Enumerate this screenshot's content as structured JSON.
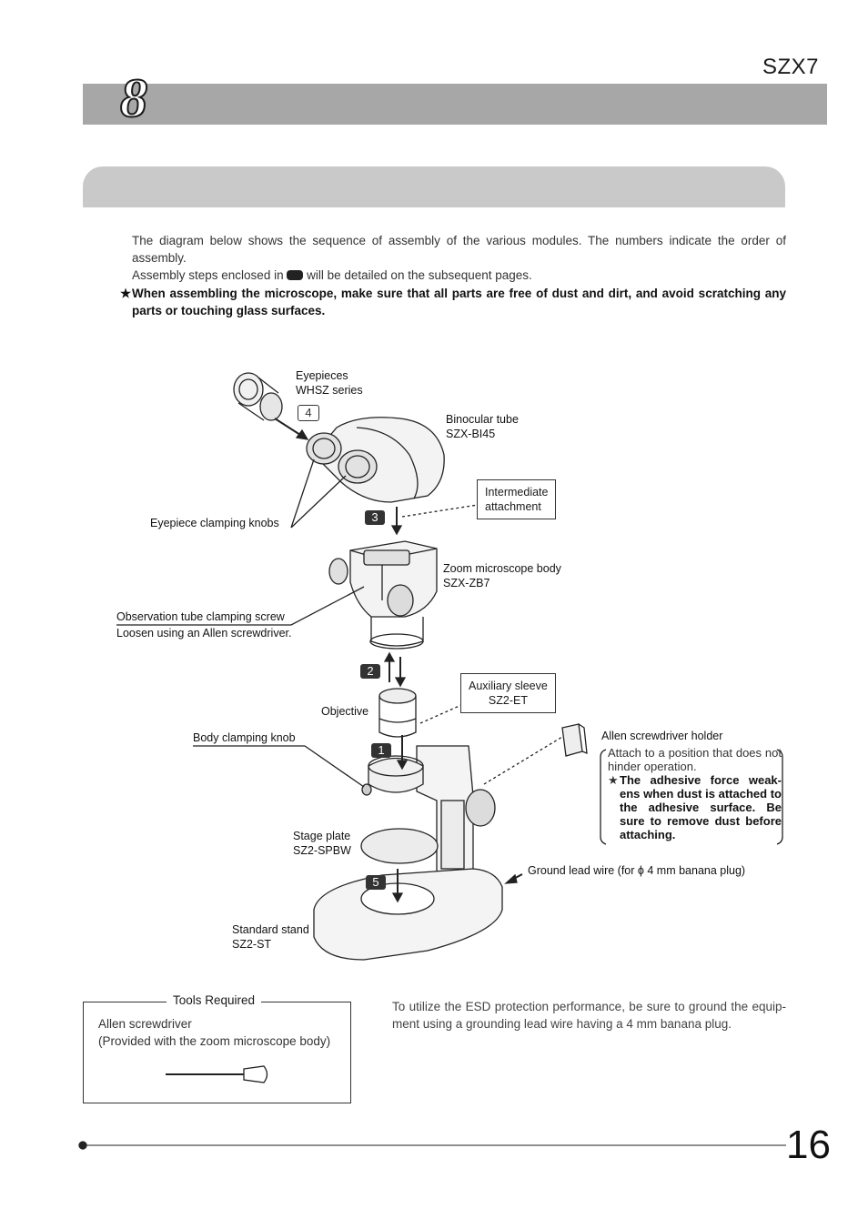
{
  "header": {
    "model": "SZX7",
    "chapter_number": "8"
  },
  "intro": {
    "line1": "The diagram below shows the sequence of assembly of the various modules. The numbers indicate the order of assembly.",
    "line2_before": "Assembly steps enclosed in",
    "line2_after": "will be detailed on the subsequent pages.",
    "note_star": "★",
    "note": "When assembling the microscope, make sure that all parts are free of dust and dirt, and avoid scratching any parts or touching glass surfaces."
  },
  "diagram": {
    "eyepieces": [
      "Eyepieces",
      "WHSZ series"
    ],
    "binocular_tube": [
      "Binocular tube",
      "SZX-BI45"
    ],
    "intermediate": [
      "Intermediate",
      "attachment"
    ],
    "eyepiece_knobs": "Eyepiece clamping knobs",
    "zoom_body": [
      "Zoom microscope body",
      "SZX-ZB7"
    ],
    "obs_screw": "Observation tube clamping screw",
    "obs_screw_note": "Loosen using an Allen screwdriver.",
    "auxiliary_sleeve": [
      "Auxiliary sleeve",
      "SZ2-ET"
    ],
    "objective": "Objective",
    "body_knob": "Body clamping knob",
    "holder": "Allen screwdriver holder",
    "holder_note": "Attach to a position that does not hinder operation.",
    "holder_warning": "The adhesive force weak-ens when dust is attached to the adhesive surface. Be sure to remove dust before attaching.",
    "stage_plate": [
      "Stage plate",
      "SZ2-SPBW"
    ],
    "ground_lead": "Ground lead wire (for ϕ 4 mm banana plug)",
    "stand": [
      "Standard stand",
      "SZ2-ST"
    ],
    "steps": [
      "1",
      "2",
      "3",
      "4",
      "5"
    ]
  },
  "tools": {
    "title": "Tools Required",
    "item": "Allen screwdriver",
    "item_note": "(Provided with the zoom microscope body)"
  },
  "esd_note": "To utilize the ESD protection performance, be sure to ground the equip-ment using a grounding lead wire having a 4 mm banana plug.",
  "page_number": "16"
}
